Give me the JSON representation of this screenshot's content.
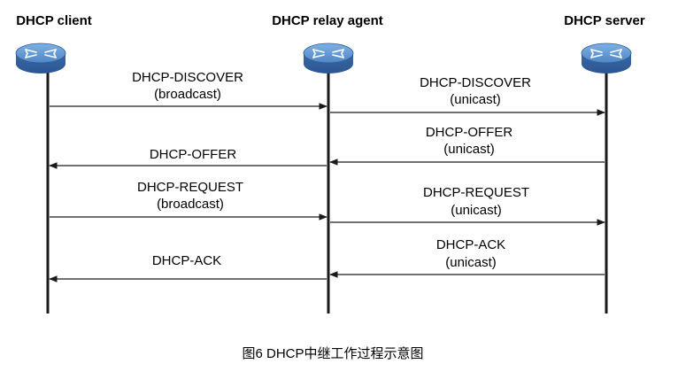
{
  "participants": {
    "client": "DHCP client",
    "relay": "DHCP relay agent",
    "server": "DHCP server"
  },
  "messages": {
    "discover_client": {
      "name": "DHCP-DISCOVER",
      "mode": "(broadcast)"
    },
    "discover_server": {
      "name": "DHCP-DISCOVER",
      "mode": "(unicast)"
    },
    "offer_server": {
      "name": "DHCP-OFFER",
      "mode": "(unicast)"
    },
    "offer_client": {
      "name": "DHCP-OFFER"
    },
    "request_client": {
      "name": "DHCP-REQUEST",
      "mode": "(broadcast)"
    },
    "request_server": {
      "name": "DHCP-REQUEST",
      "mode": "(unicast)"
    },
    "ack_server": {
      "name": "DHCP-ACK",
      "mode": "(unicast)"
    },
    "ack_client": {
      "name": "DHCP-ACK"
    }
  },
  "caption": "图6 DHCP中继工作过程示意图",
  "colors": {
    "device_body": "#3f72b0",
    "device_top": "#5f98d6",
    "line": "#1a1a1a"
  },
  "icons": {
    "device": "router-icon"
  }
}
